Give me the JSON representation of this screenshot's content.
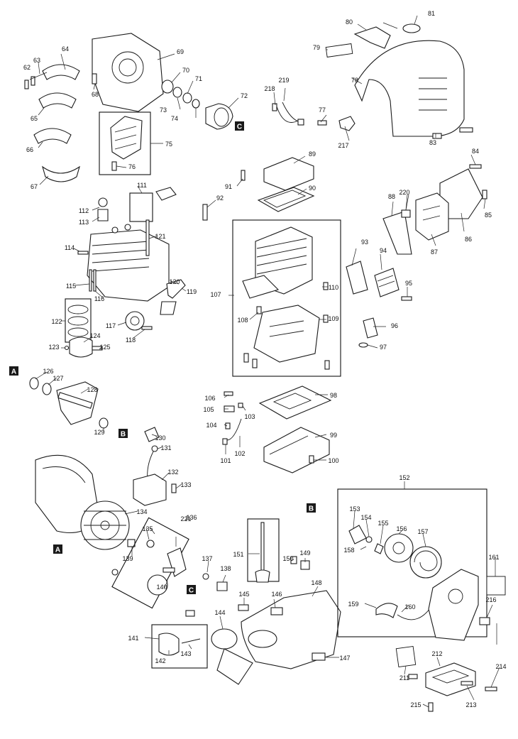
{
  "diagram": {
    "labels": [
      "62",
      "63",
      "64",
      "65",
      "66",
      "67",
      "68",
      "69",
      "70",
      "71",
      "72",
      "73",
      "74",
      "75",
      "76",
      "77",
      "78",
      "79",
      "80",
      "81",
      "83",
      "84",
      "85",
      "86",
      "87",
      "88",
      "89",
      "90",
      "91",
      "92",
      "93",
      "94",
      "95",
      "96",
      "97",
      "98",
      "99",
      "100",
      "101",
      "102",
      "103",
      "104",
      "105",
      "106",
      "107",
      "108",
      "109",
      "110",
      "111",
      "112",
      "113",
      "114",
      "115",
      "116",
      "117",
      "118",
      "119",
      "120",
      "121",
      "122",
      "123",
      "124",
      "125",
      "126",
      "127",
      "128",
      "129",
      "130",
      "131",
      "132",
      "133",
      "134",
      "135",
      "136",
      "137",
      "138",
      "139",
      "140",
      "141",
      "142",
      "143",
      "144",
      "145",
      "146",
      "147",
      "148",
      "149",
      "150",
      "151",
      "152",
      "153",
      "154",
      "155",
      "156",
      "157",
      "158",
      "159",
      "160",
      "161",
      "211",
      "212",
      "213",
      "214",
      "215",
      "216",
      "217",
      "218",
      "219",
      "220",
      "221"
    ],
    "tags": [
      "A",
      "B",
      "C"
    ]
  }
}
